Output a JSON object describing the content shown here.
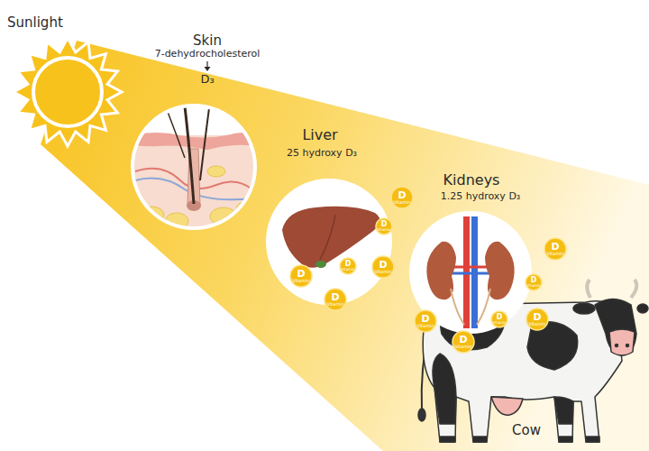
{
  "diagram": {
    "nodes": [
      {
        "text": [
          "Skin",
          "7-dehydrocholesterol",
          "D₃"
        ]
      },
      {
        "text": [
          "Liver",
          "25 hydroxy D₃"
        ]
      },
      {
        "text": [
          "Kidneys",
          "1.25 hydroxy D₃"
        ]
      },
      {
        "text": [
          "D",
          "Vitamin"
        ]
      },
      {
        "text": [
          "D",
          "Vitamin"
        ]
      },
      {
        "text": [
          "D",
          "Vitamin"
        ]
      },
      {
        "text": [
          "D",
          "Vitamin"
        ]
      },
      {
        "text": [
          "D",
          "Vitamin"
        ]
      },
      {
        "text": [
          "D",
          "Vitamin"
        ]
      },
      {
        "text": [
          "D",
          "Vitamin"
        ]
      },
      {
        "text": [
          "D",
          "Vitamin"
        ]
      },
      {
        "text": [
          "D",
          "Vitamin"
        ]
      },
      {
        "text": [
          "D",
          "Vitamin"
        ]
      },
      {
        "text": [
          "D",
          "Vitamin"
        ]
      },
      {
        "text": [
          "D",
          "Vitamin"
        ]
      }
    ],
    "labels": [
      "Sunlight",
      "Cow"
    ]
  }
}
